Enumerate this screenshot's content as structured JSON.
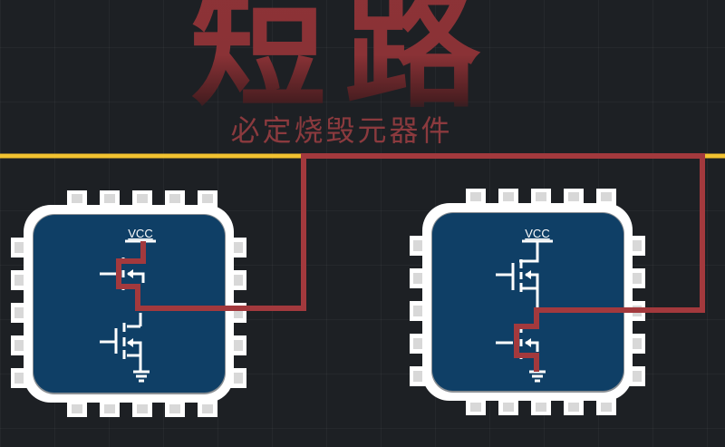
{
  "title": {
    "main": "短路",
    "subtitle": "必定烧毁元器件"
  },
  "chips": [
    {
      "id": "left",
      "vcc_label": "VCC",
      "shorted_transistor": "pmos-top"
    },
    {
      "id": "right",
      "vcc_label": "VCC",
      "shorted_transistor": "nmos-bottom"
    }
  ],
  "colors": {
    "background": "#1d2024",
    "title_red": "#8d3337",
    "wire_red": "#a3393d",
    "rail_yellow": "#f2c230",
    "chip_blue": "#0f3f66",
    "chip_frame": "#ffffff",
    "pin_fill": "#d9d9d9"
  },
  "icons": {
    "ground": "ground-symbol-icon",
    "mosfet": "mosfet-symbol-icon"
  }
}
